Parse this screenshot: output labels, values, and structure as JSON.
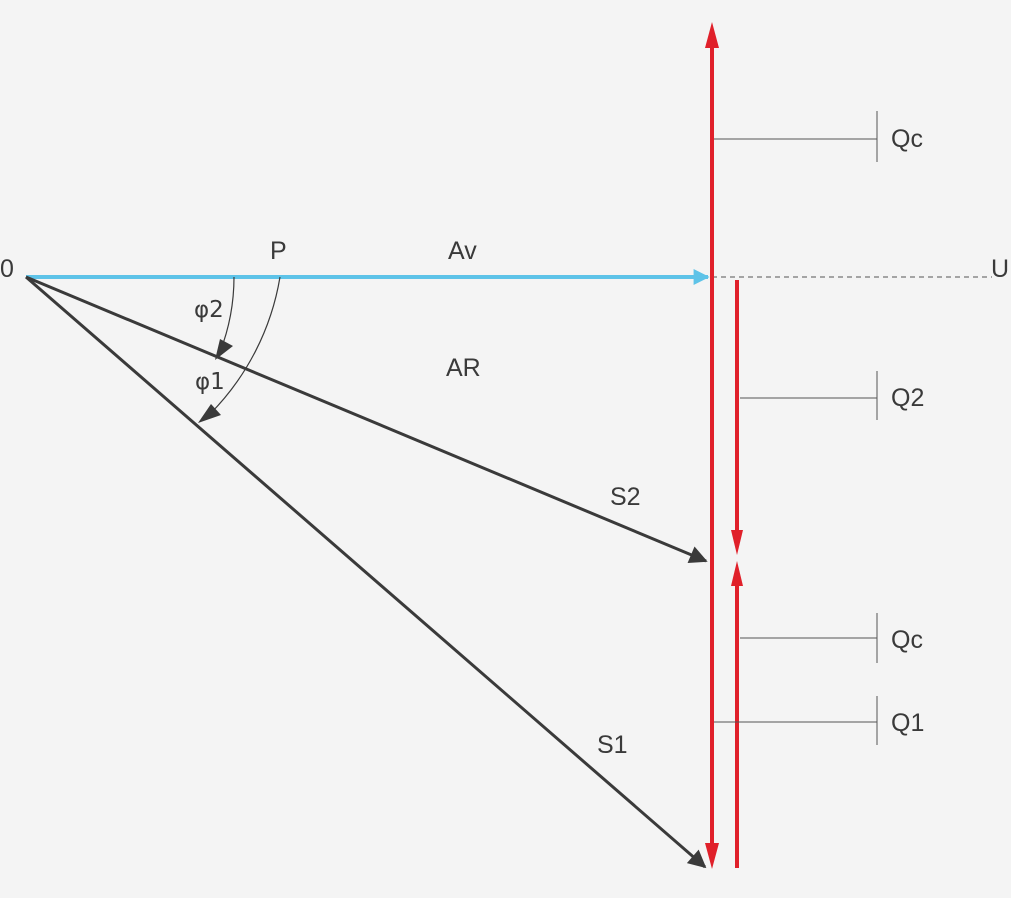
{
  "colors": {
    "background": "#f4f4f4",
    "dark_vector": "#3a3a3a",
    "active_power": "#5ec3e8",
    "reactive_power": "#e0202a",
    "dimension_line": "#555555"
  },
  "labels": {
    "origin": "0",
    "p": "P",
    "av": "Av",
    "u": "U",
    "ar": "AR",
    "phi2": "φ2",
    "phi1": "φ1",
    "s2": "S2",
    "s1": "S1",
    "qc_top": "Qc",
    "q2": "Q2",
    "qc_bottom": "Qc",
    "q1": "Q1"
  }
}
